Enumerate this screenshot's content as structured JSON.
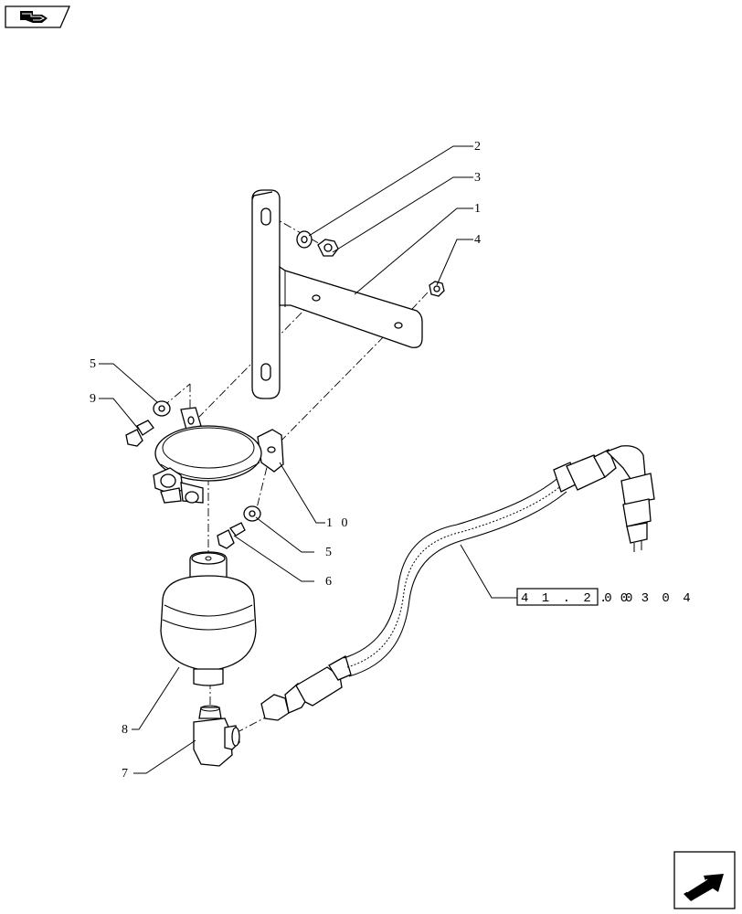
{
  "nav": {
    "top_icon": "back-to-index-icon",
    "bottom_icon": "next-page-arrow-icon"
  },
  "callouts": [
    {
      "id": "c2",
      "label": "2"
    },
    {
      "id": "c3",
      "label": "3"
    },
    {
      "id": "c1",
      "label": "1"
    },
    {
      "id": "c4",
      "label": "4"
    },
    {
      "id": "c5a",
      "label": "5"
    },
    {
      "id": "c9",
      "label": "9"
    },
    {
      "id": "c10",
      "label": "1 0"
    },
    {
      "id": "c5b",
      "label": "5"
    },
    {
      "id": "c6",
      "label": "6"
    },
    {
      "id": "c8",
      "label": "8"
    },
    {
      "id": "c7",
      "label": "7"
    }
  ],
  "reference": {
    "boxed": "4 1 . 2 0 0",
    "suffix": ". 0 3   0 4"
  }
}
